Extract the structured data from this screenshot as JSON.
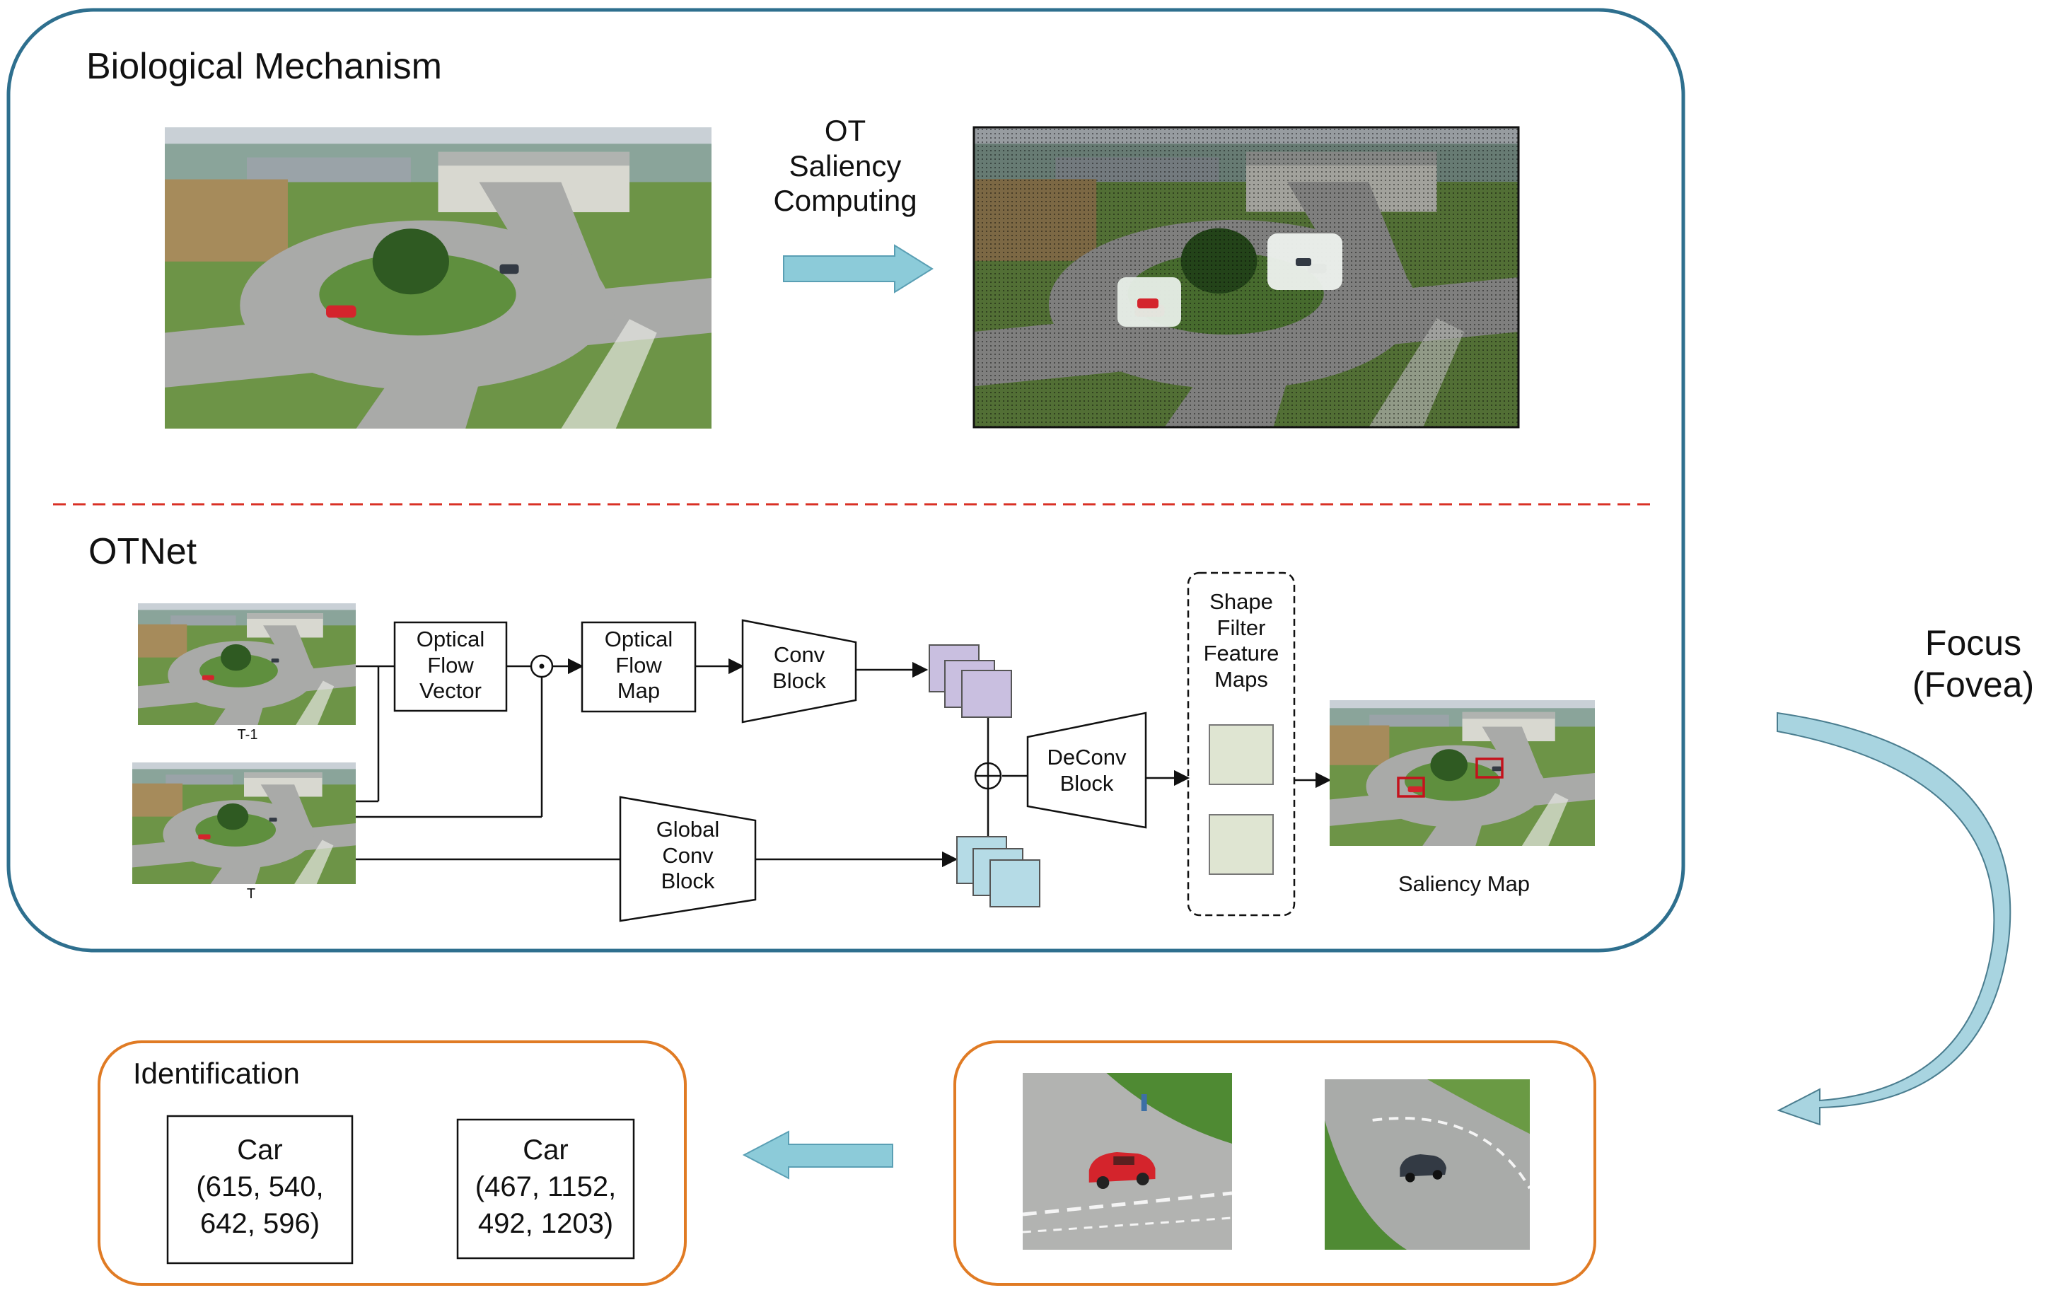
{
  "sections": {
    "biological": {
      "title": "Biological Mechanism"
    },
    "otnet": {
      "title": "OTNet"
    },
    "identification": {
      "title": "Identification"
    }
  },
  "ot_saliency": [
    "OT",
    "Saliency",
    "Computing"
  ],
  "focus": [
    "Focus",
    "(Fovea)"
  ],
  "blocks": {
    "optical_flow_vector": [
      "Optical",
      "Flow",
      "Vector"
    ],
    "optical_flow_map": [
      "Optical",
      "Flow",
      "Map"
    ],
    "conv_block": [
      "Conv",
      "Block"
    ],
    "global_conv_block": [
      "Global",
      "Conv",
      "Block"
    ],
    "deconv_block": [
      "DeConv",
      "Block"
    ],
    "shape_filter": [
      "Shape",
      "Filter",
      "Feature",
      "Maps"
    ]
  },
  "frames": {
    "prev": "T-1",
    "curr": "T"
  },
  "saliency_map_label": "Saliency Map",
  "detections": [
    {
      "label": "Car",
      "coords": [
        "(615, 540,",
        "642, 596)"
      ]
    },
    {
      "label": "Car",
      "coords": [
        "(467, 1152,",
        "492, 1203)"
      ]
    }
  ],
  "colors": {
    "panel_border": "#2e6f8e",
    "orange_border": "#e07b24",
    "dashed_red": "#d93025",
    "arrow_fill": "#8ccbd9",
    "arrow_stroke": "#5a9fb4",
    "feature_purple": "#c9bfe0",
    "feature_blue": "#b5dbe6",
    "filter_green": "#dfe5d2",
    "grass": "#5f8f3e",
    "road": "#a9aaa8",
    "car_red": "#d4242c",
    "car_dark": "#333a44"
  },
  "icons": {
    "elementwise_product": "circle-dot-icon",
    "elementwise_sum": "circle-plus-icon",
    "car": "car-icon"
  }
}
